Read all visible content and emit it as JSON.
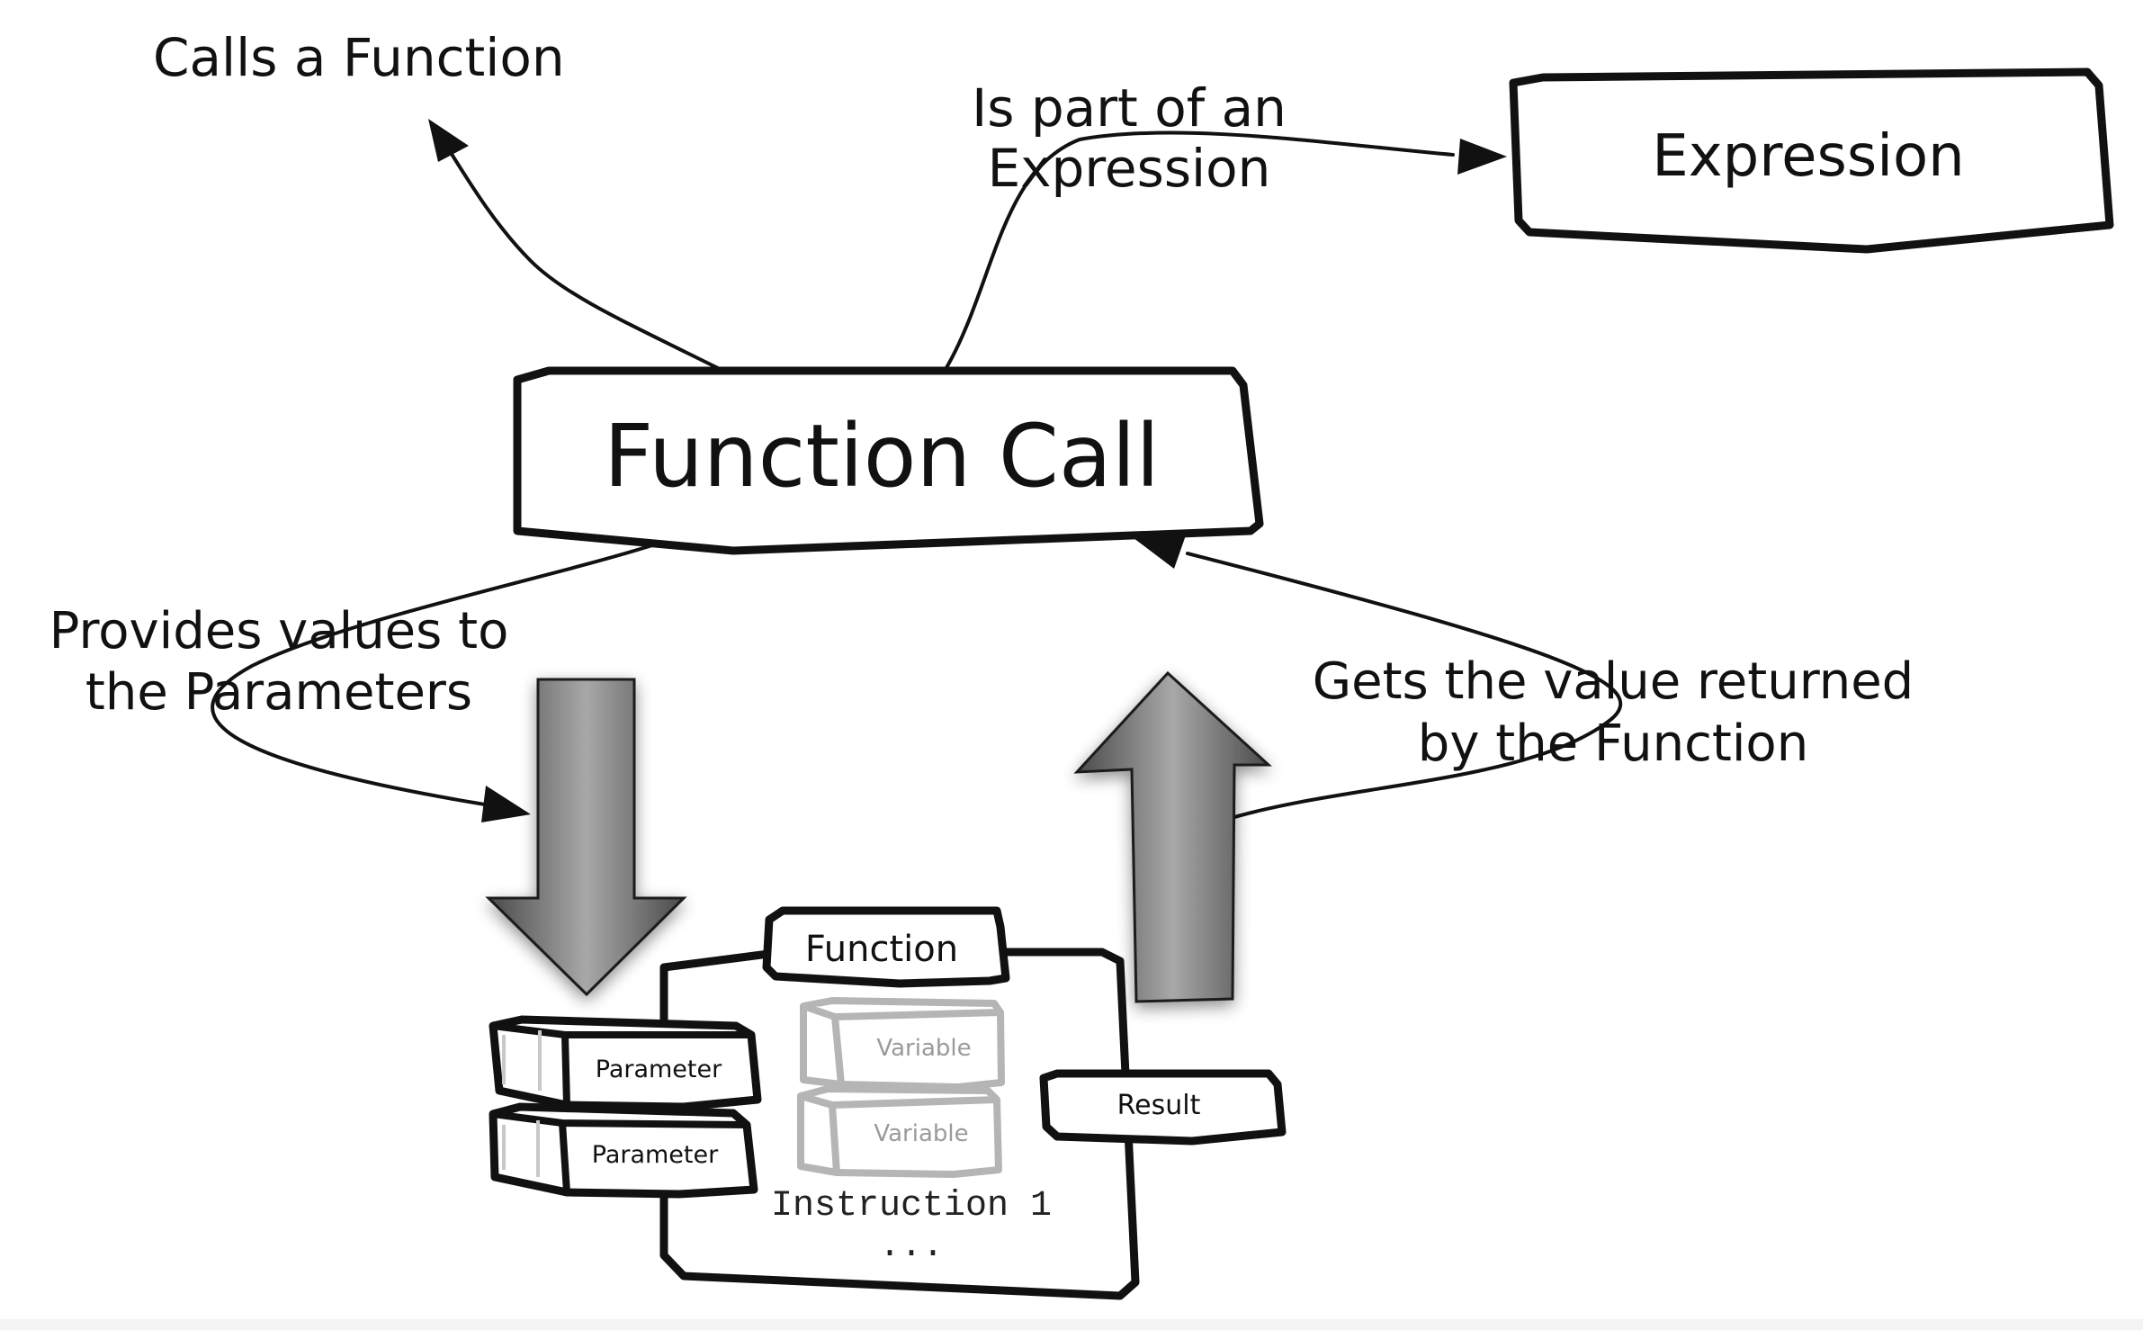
{
  "nodes": {
    "function_call": "Function Call",
    "expression": "Expression",
    "function": "Function",
    "parameter_1": "Parameter",
    "parameter_2": "Parameter",
    "variable_1": "Variable",
    "variable_2": "Variable",
    "result": "Result",
    "instruction": "Instruction 1",
    "ellipsis": "..."
  },
  "edges": {
    "calls": "Calls a Function",
    "part_of_line1": "Is part of an",
    "part_of_line2": "Expression",
    "provides_line1": "Provides values to",
    "provides_line2": "the Parameters",
    "gets_line1": "Gets the value returned",
    "gets_line2": "by the Function"
  },
  "colors": {
    "ink": "#111111",
    "ghost": "#b5b5b5",
    "arrow_dark": "#4a4a4a",
    "arrow_light": "#a8a8a8"
  }
}
